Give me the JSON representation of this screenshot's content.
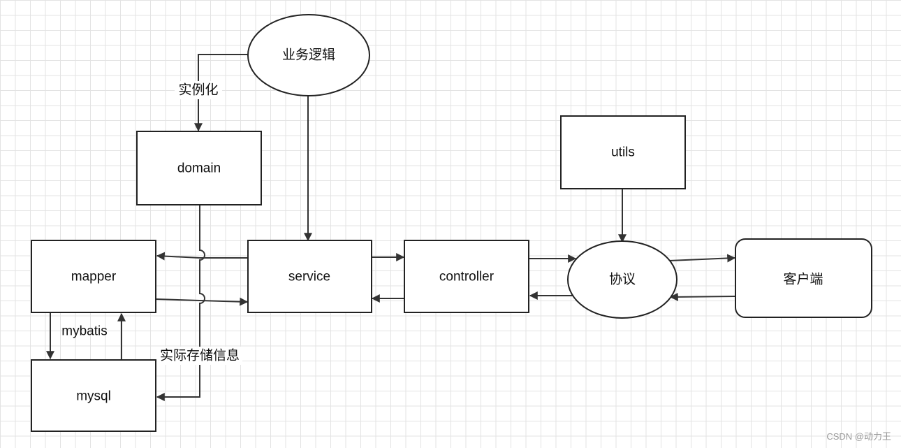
{
  "nodes": {
    "business_logic": "业务逻辑",
    "domain": "domain",
    "utils": "utils",
    "mapper": "mapper",
    "service": "service",
    "controller": "controller",
    "protocol": "协议",
    "client": "客户端",
    "mysql": "mysql"
  },
  "edge_labels": {
    "instantiate": "实例化",
    "mybatis": "mybatis",
    "actual_storage": "实际存储信息"
  },
  "watermark": "CSDN @动力王",
  "colors": {
    "stroke": "#222222",
    "grid": "#e3e3e3",
    "background": "#ffffff"
  }
}
